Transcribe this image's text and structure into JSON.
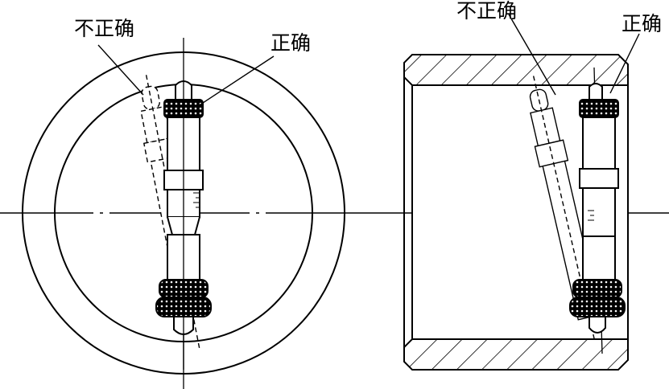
{
  "labels": {
    "left_incorrect": "不正确",
    "left_correct": "正确",
    "right_incorrect": "不正确",
    "right_correct": "正确"
  },
  "colors": {
    "stroke": "#000000",
    "background": "#ffffff"
  },
  "components": [
    "bore-ring-front-view",
    "bore-tube-section-view",
    "inside-micrometer-correct",
    "inside-micrometer-incorrect",
    "center-line"
  ]
}
